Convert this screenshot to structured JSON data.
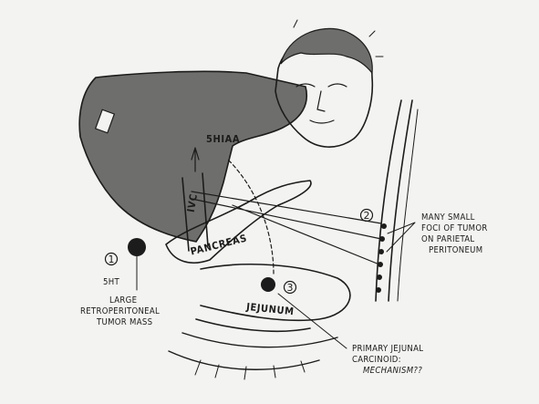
{
  "labels": {
    "shiaa": "5HIAA",
    "ivc": "IVC",
    "pancreas": "PANCREAS",
    "jejunum": "JEJUNUM",
    "five_ht": "5HT",
    "marker_1": "1",
    "marker_2": "2",
    "marker_3": "3",
    "retroperitoneal": [
      "LARGE",
      "RETROPERITONEAL",
      "TUMOR MASS"
    ],
    "peritoneal_foci": [
      "MANY SMALL",
      "FOCI OF TUMOR",
      "ON PARIETAL",
      "PERITONEUM"
    ],
    "primary_carcinoid": [
      "PRIMARY JEJUNAL",
      "CARCINOID:"
    ],
    "mechanism": "MECHANISM??"
  },
  "colors": {
    "liver": "#6e6e6c",
    "ink": "#1c1c1c",
    "paper": "#f3f3f1"
  }
}
